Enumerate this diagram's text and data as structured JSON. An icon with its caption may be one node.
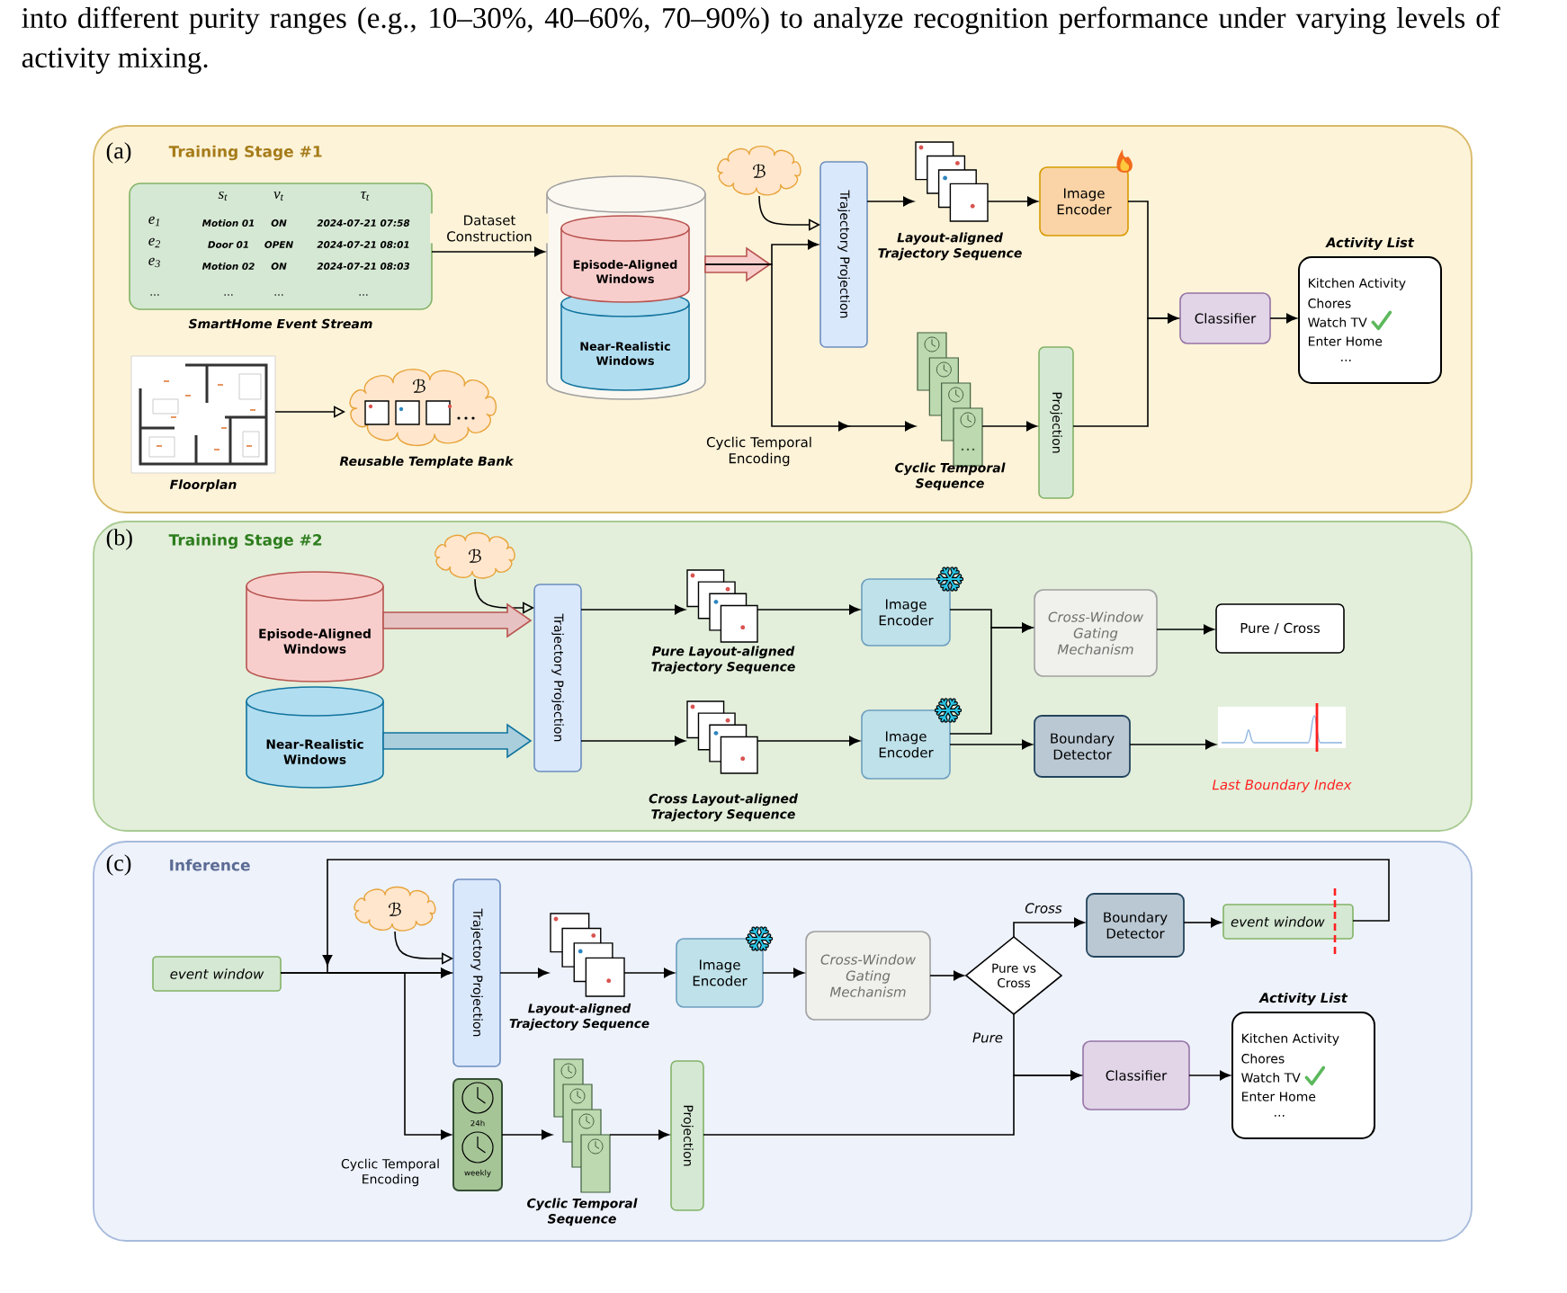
{
  "diagram": {
    "nodes": [
      {
        "text": [
          "(a)",
          "Training Stage #1"
        ]
      },
      {
        "text": [
          "s$_{t}$",
          "v$_{t}$",
          "τ$_{t}$",
          "e$_{1}$",
          "Motion 01",
          "ON",
          "2024-07-21 07:58",
          "e$_{2}$",
          "Door 01",
          "OPEN",
          "2024-07-21 08:01",
          "e$_{3}$",
          "Motion 02",
          "ON",
          "2024-07-21 08:03",
          "...",
          "...",
          "...",
          "..."
        ],
        "beside": [
          "SmartHome Event Stream"
        ],
        "in": 0
      },
      {
        "text": [],
        "shape": "cylinder",
        "in": 0
      },
      {
        "text": [
          "Episode-Aligned Windows"
        ],
        "in": 2
      },
      {
        "text": [
          "Near-Realistic Windows"
        ],
        "in": 2
      },
      {
        "text": [
          "ℬ"
        ],
        "in": 0
      },
      {
        "text": [
          "Trajectory Projection"
        ],
        "in": 0
      },
      {
        "text": [],
        "shape": "picture",
        "beside": [
          "Layout-aligned Trajectory Sequence"
        ],
        "in": 0
      },
      {
        "text": [
          "Image Encoder"
        ],
        "in": 0
      },
      {
        "text": [
          "Classifier"
        ],
        "in": 0
      },
      {
        "text": [
          "Activity List",
          "Kitchen Activity",
          "Chores",
          "Watch TV",
          "Enter Home",
          "..."
        ],
        "in": 0
      },
      {
        "text": [],
        "shape": "picture",
        "beside": [
          "Cyclic Temporal Sequence"
        ],
        "in": 0
      },
      {
        "text": [
          "Projection"
        ],
        "in": 0
      },
      {
        "text": [],
        "shape": "picture",
        "beside": [
          "Floorplan"
        ],
        "in": 0
      },
      {
        "text": [
          "ℬ"
        ],
        "beside": [
          "Reusable Template Bank"
        ],
        "in": 0
      },
      {
        "text": [
          "(b)",
          "Training Stage #2"
        ]
      },
      {
        "text": [
          "ℬ"
        ],
        "in": 15
      },
      {
        "text": [
          "Episode-Aligned Windows"
        ],
        "in": 15
      },
      {
        "text": [
          "Near-Realistic Windows"
        ],
        "in": 15
      },
      {
        "text": [
          "Trajectory Projection"
        ],
        "in": 15
      },
      {
        "text": [],
        "shape": "picture",
        "beside": [
          "Pure Layout-aligned Trajectory Sequence"
        ],
        "in": 15
      },
      {
        "text": [],
        "shape": "picture",
        "beside": [
          "Cross Layout-aligned Trajectory Sequence"
        ],
        "in": 15
      },
      {
        "text": [
          "Image Encoder"
        ],
        "in": 15
      },
      {
        "text": [
          "Image Encoder"
        ],
        "in": 15
      },
      {
        "text": [
          "Cross-Window Gating Mechanism"
        ],
        "in": 15
      },
      {
        "text": [
          "Boundary Detector"
        ],
        "in": 15
      },
      {
        "text": [
          "Pure / Cross"
        ],
        "in": 15
      },
      {
        "text": [],
        "shape": "picture",
        "beside": [
          "Last Boundary Index"
        ],
        "in": 15
      },
      {
        "text": [
          "(c)",
          "Inference"
        ]
      },
      {
        "text": [
          "event window"
        ],
        "in": 28
      },
      {
        "text": [
          "ℬ"
        ],
        "in": 28
      },
      {
        "text": [
          "Trajectory Projection"
        ],
        "in": 28
      },
      {
        "text": [],
        "shape": "picture",
        "beside": [
          "Layout-aligned Trajectory Sequence"
        ],
        "in": 28
      },
      {
        "text": [
          "Image Encoder"
        ],
        "in": 28
      },
      {
        "text": [
          "Cross-Window Gating Mechanism"
        ],
        "in": 28
      },
      {
        "text": [
          "Pure vs Cross"
        ],
        "in": 28
      },
      {
        "text": [
          "Boundary Detector"
        ],
        "in": 28
      },
      {
        "text": [
          "event window"
        ],
        "in": 28
      },
      {
        "text": [
          "Classifier"
        ],
        "in": 28
      },
      {
        "text": [
          "Activity List",
          "Kitchen Activity",
          "Chores",
          "Watch TV",
          "Enter Home",
          "..."
        ],
        "in": 28
      },
      {
        "text": [
          "24h",
          "weekly"
        ],
        "beside": [
          "Cyclic Temporal Encoding"
        ],
        "in": 28
      },
      {
        "text": [],
        "shape": "picture",
        "beside": [
          "Cyclic Temporal Sequence"
        ],
        "in": 28
      },
      {
        "text": [
          "Projection"
        ],
        "in": 28
      }
    ],
    "edges": [
      {
        "from": 1,
        "to": 2,
        "arrow": "to",
        "label": "Dataset Construction"
      },
      {
        "from": 2,
        "to": 6,
        "arrow": "to"
      },
      {
        "from": 2,
        "to": 11,
        "arrow": "to",
        "label": "Cyclic Temporal Encoding"
      },
      {
        "from": 5,
        "to": 6,
        "arrow": "to"
      },
      {
        "from": 6,
        "to": 7,
        "arrow": "to"
      },
      {
        "from": 7,
        "to": 8,
        "arrow": "to"
      },
      {
        "from": 8,
        "to": 9,
        "arrow": "to"
      },
      {
        "from": 11,
        "to": 12,
        "arrow": "to"
      },
      {
        "from": 12,
        "to": 9,
        "arrow": "to"
      },
      {
        "from": 9,
        "to": 10,
        "arrow": "to"
      },
      {
        "from": 13,
        "to": 14,
        "arrow": "to"
      },
      {
        "from": 16,
        "to": 19,
        "arrow": "to"
      },
      {
        "from": 17,
        "to": 19,
        "arrow": "to",
        "style": "thick",
        "color": "#b85450"
      },
      {
        "from": 18,
        "to": 19,
        "arrow": "to",
        "style": "thick",
        "color": "#10739e"
      },
      {
        "from": 19,
        "to": 20,
        "arrow": "to"
      },
      {
        "from": 19,
        "to": 21,
        "arrow": "to"
      },
      {
        "from": 20,
        "to": 22,
        "arrow": "to"
      },
      {
        "from": 21,
        "to": 23,
        "arrow": "to"
      },
      {
        "from": 22,
        "to": 24,
        "arrow": "to"
      },
      {
        "from": 23,
        "to": 24,
        "arrow": "to"
      },
      {
        "from": 23,
        "to": 25,
        "arrow": "to"
      },
      {
        "from": 24,
        "to": 26,
        "arrow": "to"
      },
      {
        "from": 25,
        "to": 27,
        "arrow": "to"
      },
      {
        "from": 29,
        "to": 31,
        "arrow": "to"
      },
      {
        "from": 29,
        "to": 40,
        "arrow": "to"
      },
      {
        "from": 30,
        "to": 31,
        "arrow": "to"
      },
      {
        "from": 37,
        "to": 31,
        "arrow": "to"
      },
      {
        "from": 31,
        "to": 32,
        "arrow": "to"
      },
      {
        "from": 32,
        "to": 33,
        "arrow": "to"
      },
      {
        "from": 33,
        "to": 34,
        "arrow": "to"
      },
      {
        "from": 34,
        "to": 35,
        "arrow": "to"
      },
      {
        "from": 35,
        "to": 36,
        "arrow": "to",
        "label": "Cross"
      },
      {
        "from": 36,
        "to": 37,
        "arrow": "to"
      },
      {
        "from": 35,
        "to": 38,
        "arrow": "to",
        "label": "Pure"
      },
      {
        "from": 42,
        "to": 38,
        "arrow": "to"
      },
      {
        "from": 38,
        "to": 39,
        "arrow": "to"
      },
      {
        "from": 40,
        "to": 41,
        "arrow": "to"
      },
      {
        "from": 41,
        "to": 42,
        "arrow": "to"
      }
    ],
    "labels": [
      "into different purity ranges (e.g., 10–30%, 40–60%, 70–90%) to analyze recognition performance under varying levels of activity mixing."
    ]
  }
}
